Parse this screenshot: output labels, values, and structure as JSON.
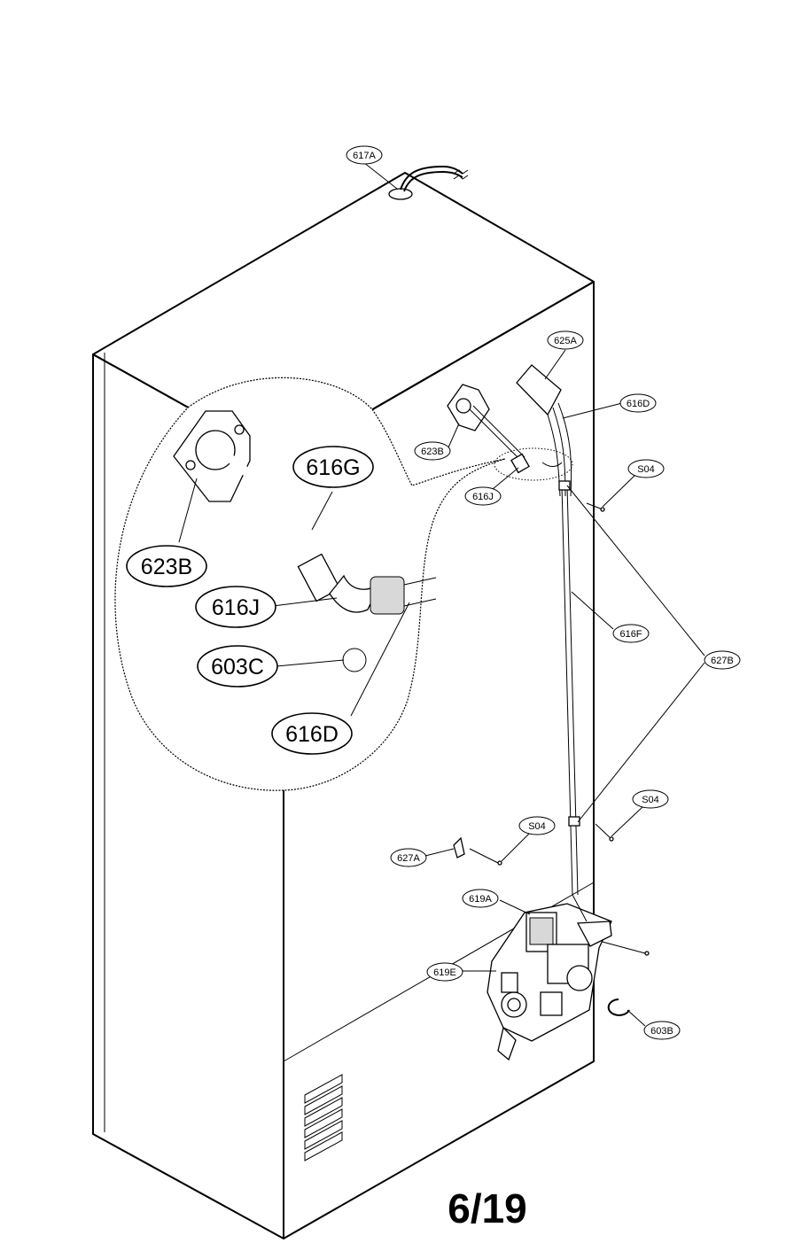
{
  "callouts": {
    "c617A": "617A",
    "c625A": "625A",
    "c616D": "616D",
    "c623B": "623B",
    "c616J": "616J",
    "cS04a": "S04",
    "c616F": "616F",
    "c627B": "627B",
    "cS04b": "S04",
    "cS04c": "S04",
    "c627A": "627A",
    "c619A": "619A",
    "c619E": "619E",
    "c603B": "603B"
  },
  "detail_callouts": {
    "c616G": "616G",
    "c623B": "623B",
    "c616J": "616J",
    "c603C": "603C",
    "c616D": "616D"
  },
  "page_number": "6/19"
}
